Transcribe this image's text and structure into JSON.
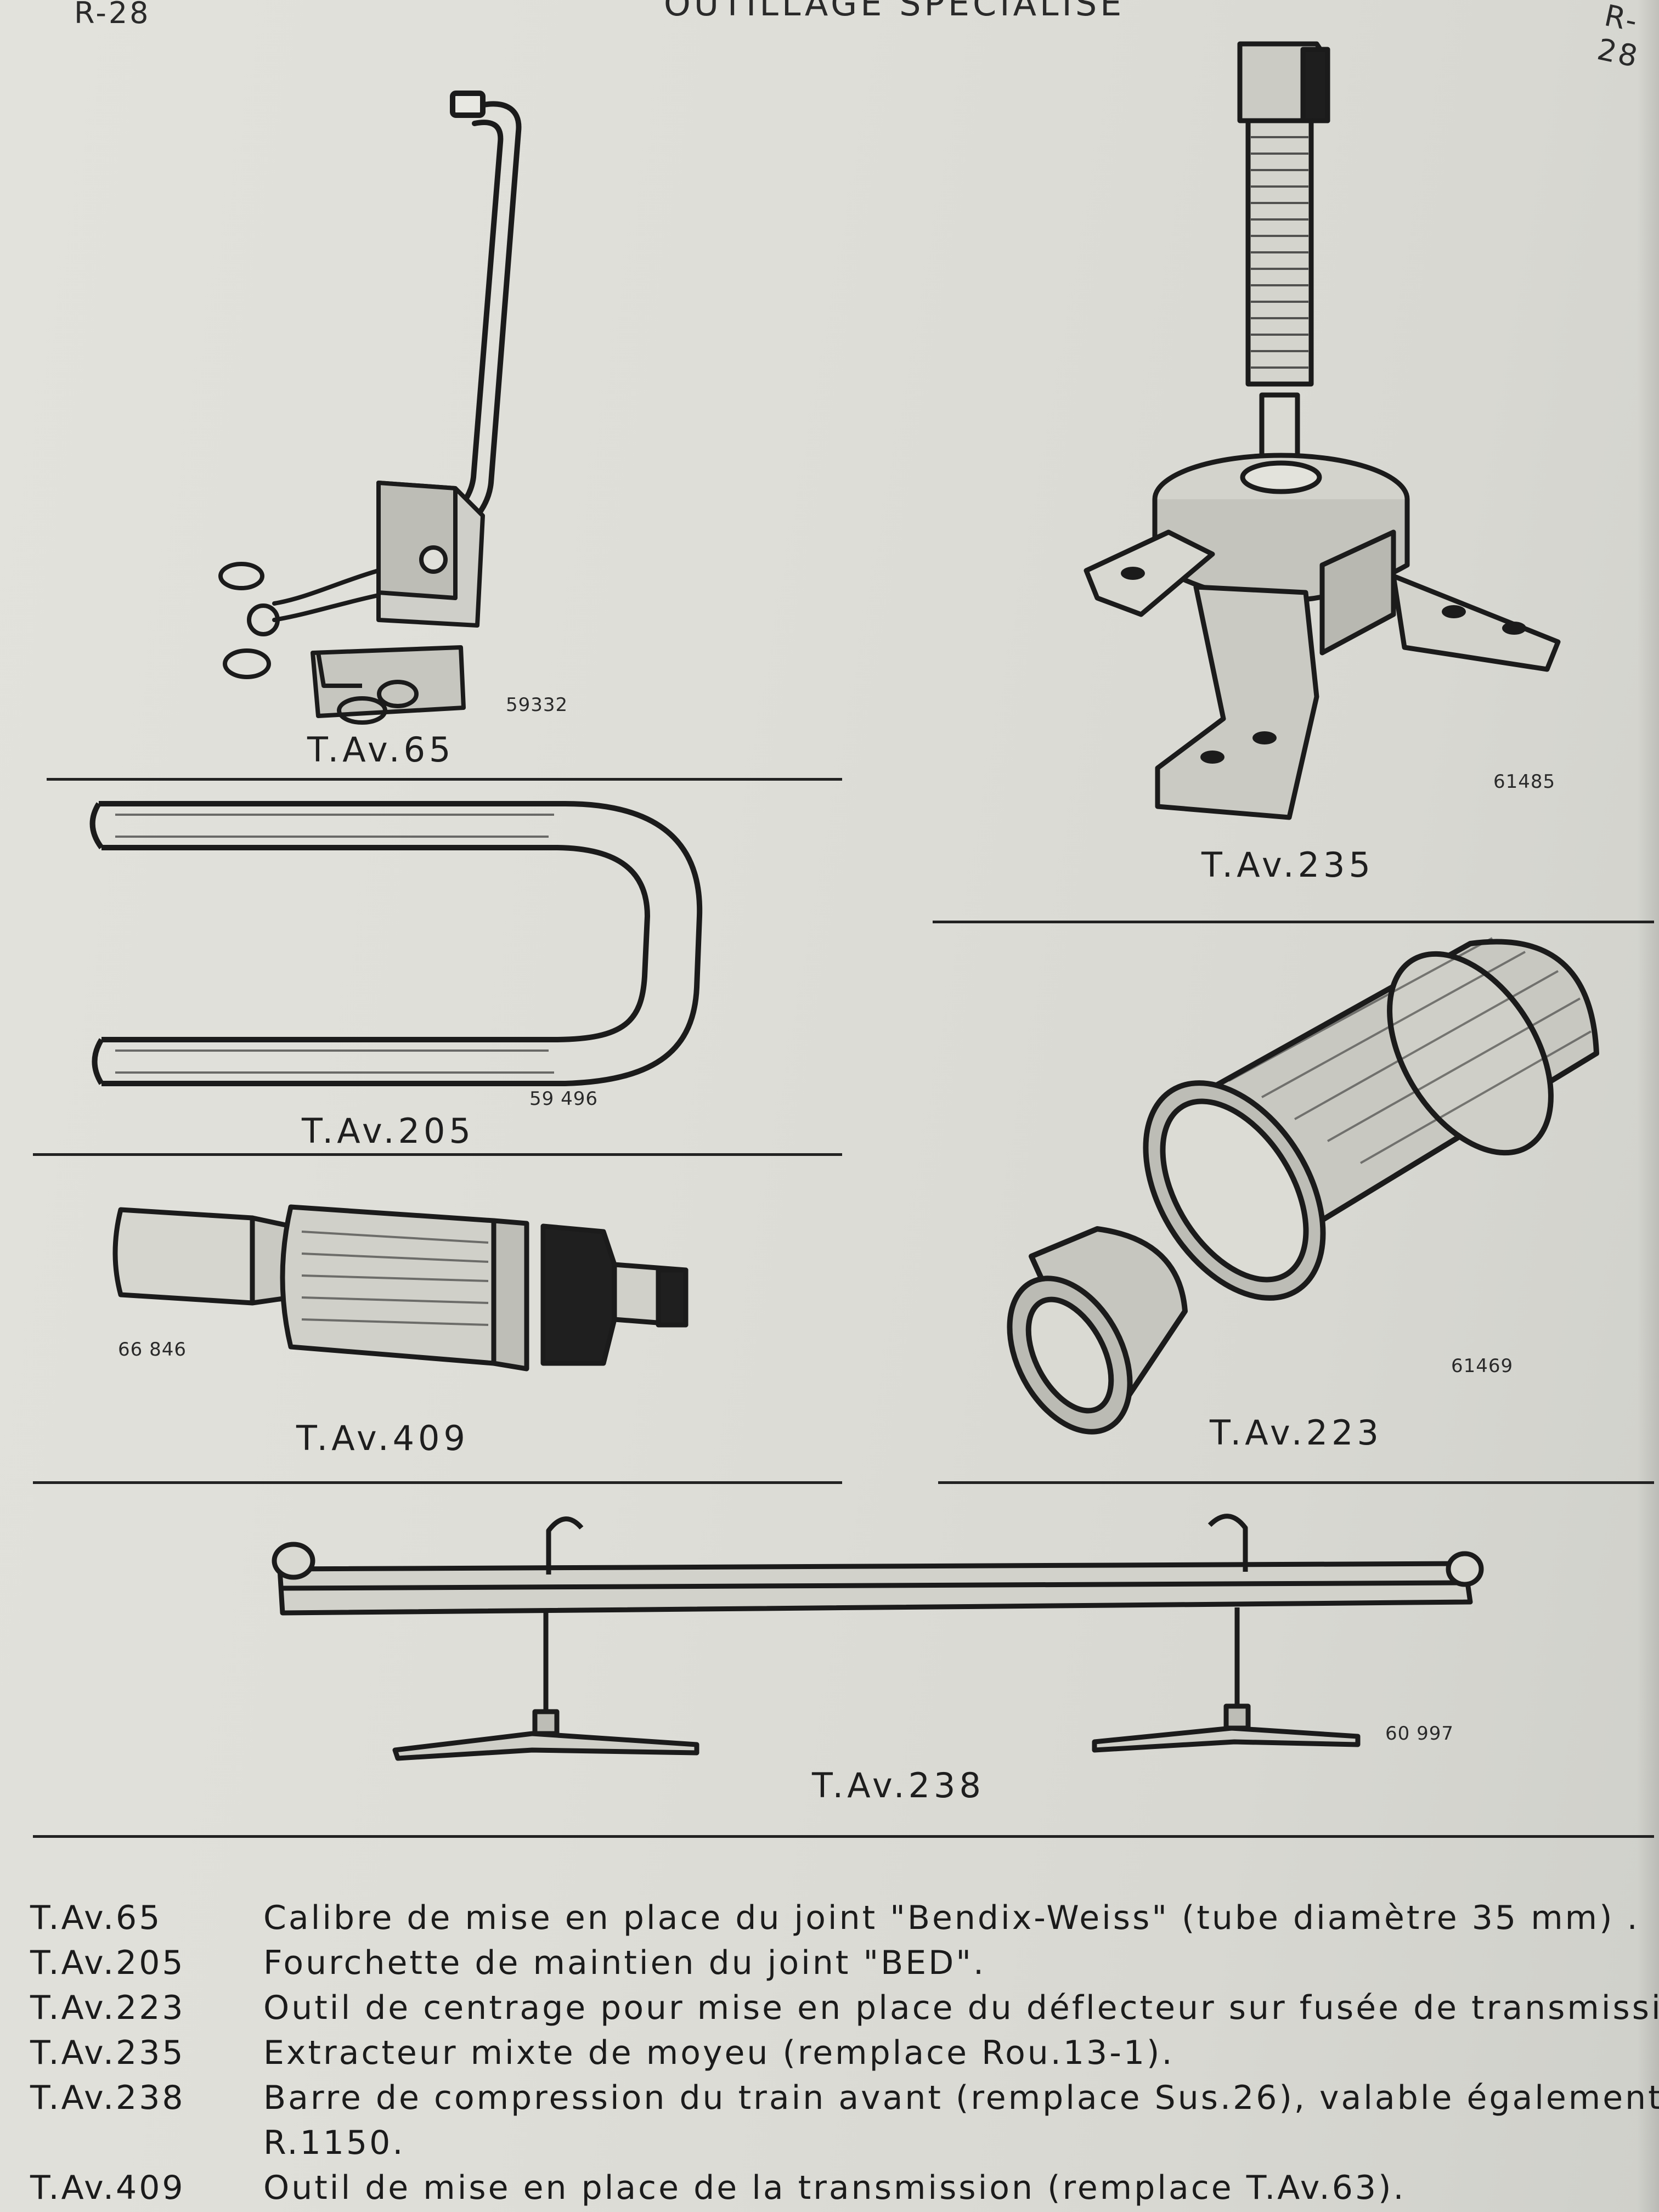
{
  "header": {
    "page_left": "R-28",
    "title": "OUTILLAGE SPECIALISE",
    "page_right": "R-28"
  },
  "figures": [
    {
      "id": "tav65",
      "caption": "T.Av.65",
      "number": "59332",
      "icon": "bendix-weiss-gauge"
    },
    {
      "id": "tav235",
      "caption": "T.Av.235",
      "number": "61485",
      "icon": "hub-puller"
    },
    {
      "id": "tav205",
      "caption": "T.Av.205",
      "number": "59 496",
      "icon": "u-fork"
    },
    {
      "id": "tav409",
      "caption": "T.Av.409",
      "number": "66 846",
      "icon": "transmission-fitting-tool"
    },
    {
      "id": "tav223",
      "caption": "T.Av.223",
      "number": "61469",
      "icon": "centering-sleeves"
    },
    {
      "id": "tav238",
      "caption": "T.Av.238",
      "number": "60 997",
      "icon": "compression-bar"
    }
  ],
  "legend": [
    {
      "code": "T.Av.65",
      "text": "Calibre de mise en place du joint \"Bendix-Weiss\" (tube diamètre 35 mm) ."
    },
    {
      "code": "T.Av.205",
      "text": "Fourchette de maintien du joint \"BED\"."
    },
    {
      "code": "T.Av.223",
      "text": "Outil de centrage pour mise en place du déflecteur sur fusée de transmission"
    },
    {
      "code": "T.Av.235",
      "text": "Extracteur mixte de moyeu (remplace Rou.13-1)."
    },
    {
      "code": "T.Av.238",
      "text": "Barre de compression du train avant (remplace Sus.26), valable également p"
    },
    {
      "code": "",
      "text": "R.1150."
    },
    {
      "code": "T.Av.409",
      "text": "Outil de mise en place de la transmission (remplace T.Av.63)."
    }
  ]
}
